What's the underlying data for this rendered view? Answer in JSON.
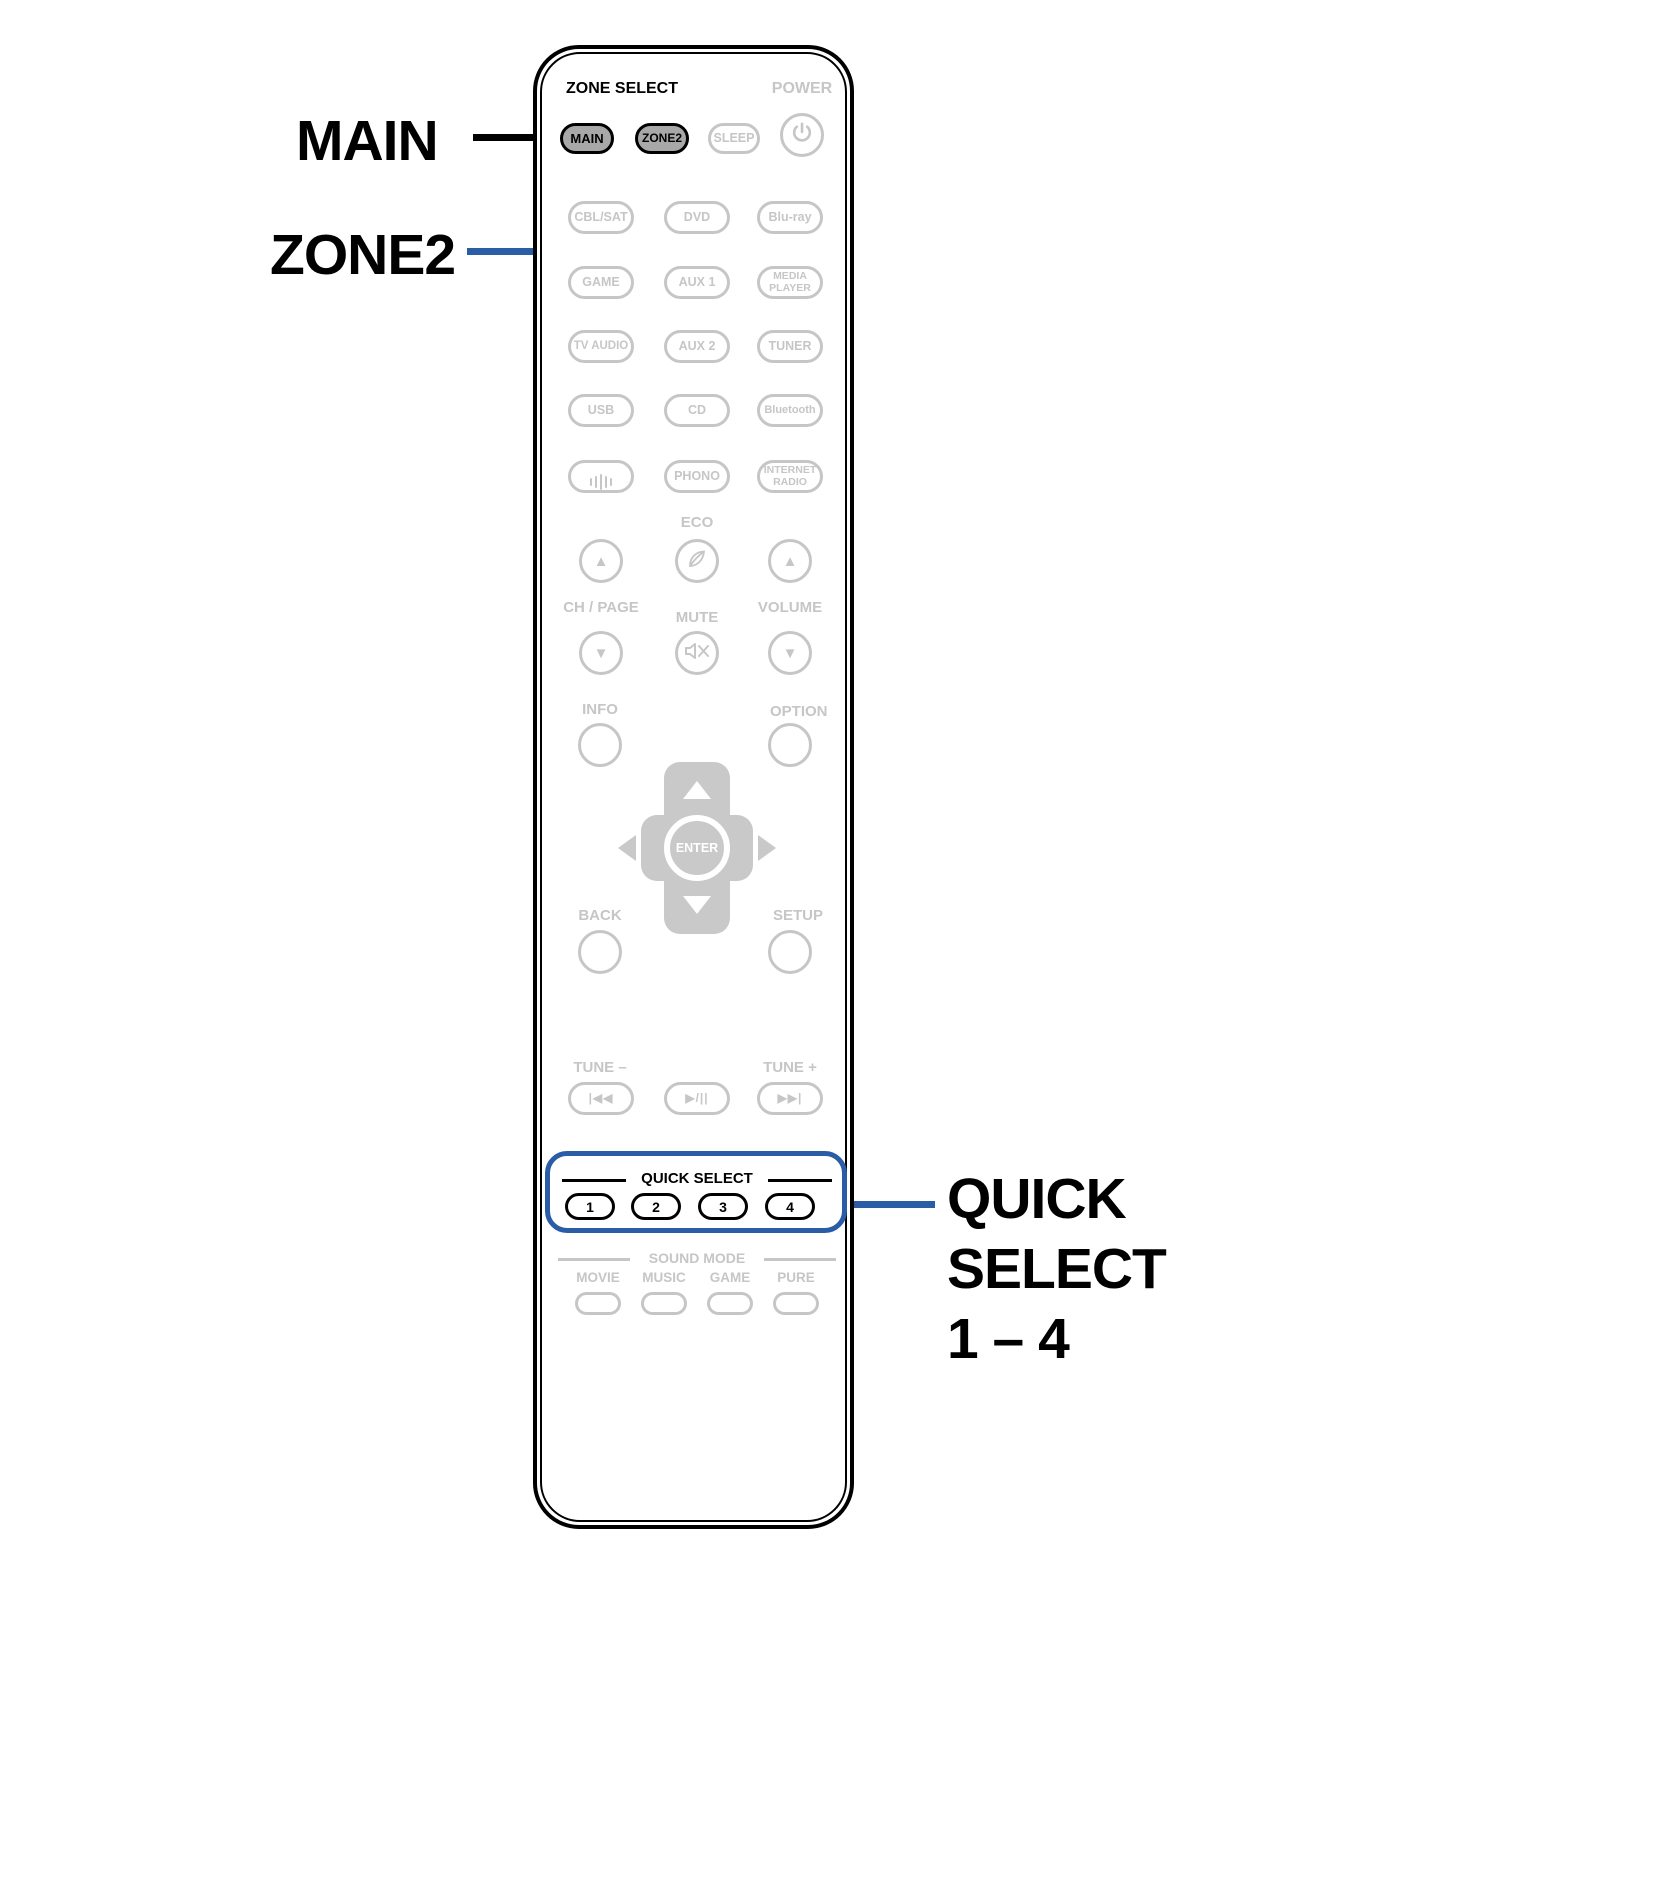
{
  "colors": {
    "accent_blue": "#2a5da6",
    "inactive_gray": "#c6c6c6",
    "active_fill": "#a8a8a8"
  },
  "callouts": {
    "main": "MAIN",
    "zone2": "ZONE2",
    "quick": [
      "QUICK",
      "SELECT",
      "1 – 4"
    ]
  },
  "remote": {
    "zone_select": "ZONE SELECT",
    "power": "POWER",
    "zones": {
      "main": "MAIN",
      "zone2": "ZONE2",
      "sleep": "SLEEP"
    },
    "sources": [
      "CBL/SAT",
      "DVD",
      "Blu-ray",
      "GAME",
      "AUX 1",
      "MEDIA\nPLAYER",
      "TV AUDIO",
      "AUX 2",
      "TUNER",
      "USB",
      "CD",
      "Bluetooth",
      "PHONO",
      "INTERNET\nRADIO"
    ],
    "eco": "ECO",
    "ch_page": "CH / PAGE",
    "mute": "MUTE",
    "volume": "VOLUME",
    "up_arrow": "▲",
    "down_arrow": "▼",
    "info": "INFO",
    "option": "OPTION",
    "enter": "ENTER",
    "back": "BACK",
    "setup": "SETUP",
    "tune_minus": "TUNE –",
    "tune_plus": "TUNE +",
    "transport": [
      "|◀◀",
      "▶/||",
      "▶▶|"
    ],
    "quick_select": "QUICK SELECT",
    "quick_numbers": [
      "1",
      "2",
      "3",
      "4"
    ],
    "sound_mode": "SOUND MODE",
    "sound_modes": [
      "MOVIE",
      "MUSIC",
      "GAME",
      "PURE"
    ]
  }
}
